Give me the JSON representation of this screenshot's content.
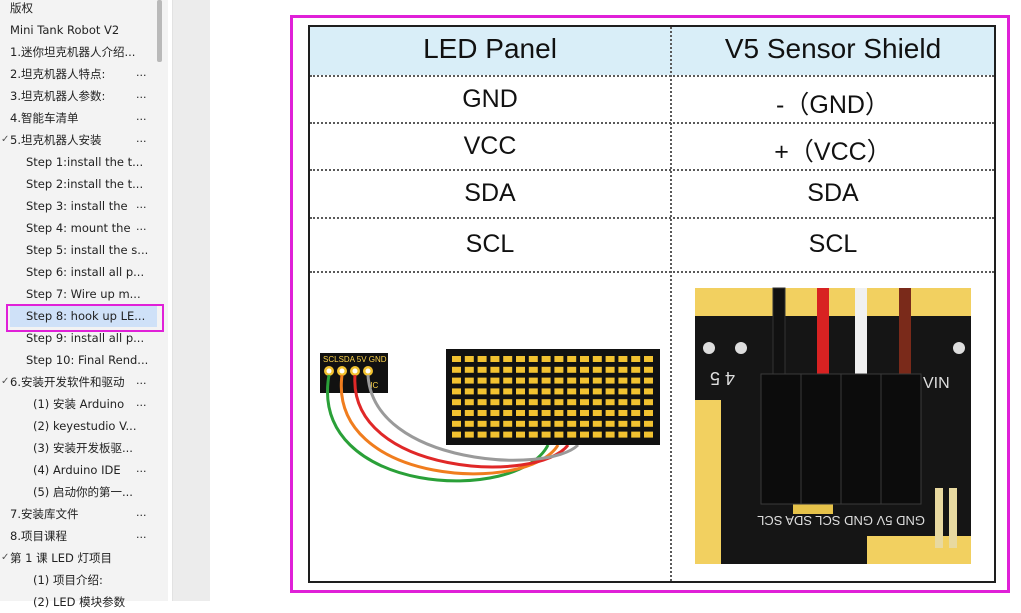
{
  "sidebar": {
    "items": [
      {
        "label": "版权",
        "more": "",
        "indent": 0
      },
      {
        "label": "Mini Tank Robot V2",
        "more": "",
        "indent": 0
      },
      {
        "label": "1.迷你坦克机器人介绍...",
        "more": "",
        "indent": 0
      },
      {
        "label": "2.坦克机器人特点:",
        "more": "...",
        "indent": 0
      },
      {
        "label": "3.坦克机器人参数:",
        "more": "...",
        "indent": 0
      },
      {
        "label": "4.智能车清单",
        "more": "...",
        "indent": 0
      },
      {
        "label": "5.坦克机器人安装",
        "more": "...",
        "indent": 0,
        "expanded": true
      },
      {
        "label": "Step 1:install the t...",
        "more": "",
        "indent": 1
      },
      {
        "label": "Step 2:install the t...",
        "more": "",
        "indent": 1
      },
      {
        "label": "Step 3: install the",
        "more": "...",
        "indent": 1
      },
      {
        "label": "Step 4: mount the",
        "more": "...",
        "indent": 1
      },
      {
        "label": "Step 5: install the s...",
        "more": "",
        "indent": 1
      },
      {
        "label": "Step 6: install all p...",
        "more": "",
        "indent": 1
      },
      {
        "label": "Step 7: Wire up m...",
        "more": "",
        "indent": 1
      },
      {
        "label": "Step 8: hook up LE...",
        "more": "",
        "indent": 1,
        "selected": true
      },
      {
        "label": "Step 9: install all p...",
        "more": "",
        "indent": 1
      },
      {
        "label": "Step 10: Final Rend...",
        "more": "",
        "indent": 1
      },
      {
        "label": "6.安装开发软件和驱动",
        "more": "...",
        "indent": 0,
        "expanded": true
      },
      {
        "label": "(1) 安装 Arduino",
        "more": "...",
        "indent": 2
      },
      {
        "label": "(2) keyestudio V...",
        "more": "",
        "indent": 2
      },
      {
        "label": "(3) 安装开发板驱...",
        "more": "",
        "indent": 2
      },
      {
        "label": "(4) Arduino IDE",
        "more": "...",
        "indent": 2
      },
      {
        "label": "(5) 启动你的第一...",
        "more": "",
        "indent": 2
      },
      {
        "label": "7.安装库文件",
        "more": "...",
        "indent": 0
      },
      {
        "label": "8.项目课程",
        "more": "...",
        "indent": 0
      },
      {
        "label": "第 1 课  LED 灯项目",
        "more": "",
        "indent": 0,
        "expanded": true
      },
      {
        "label": "(1) 项目介绍:",
        "more": "",
        "indent": 2
      },
      {
        "label": "(2) LED 模块参数",
        "more": "",
        "indent": 2
      }
    ]
  },
  "table": {
    "headers": [
      "LED Panel",
      "V5 Sensor Shield"
    ],
    "rows": [
      [
        "GND",
        "-（GND）"
      ],
      [
        "VCC",
        "+（VCC）"
      ],
      [
        "SDA",
        "SDA"
      ],
      [
        "SCL",
        "SCL"
      ]
    ],
    "header_bg": "#d9eef8"
  },
  "figure": {
    "module_pins": "SCLSDA 5V GND",
    "module_iic": "IIC",
    "shield_label": "GND 5V GND SCL SDA SCL",
    "wire_colors": [
      "#2aa038",
      "#f07d1e",
      "#e02828",
      "#9a9a9a"
    ]
  },
  "colors": {
    "highlight": "#e020d8",
    "selection": "#cfe1f8"
  }
}
